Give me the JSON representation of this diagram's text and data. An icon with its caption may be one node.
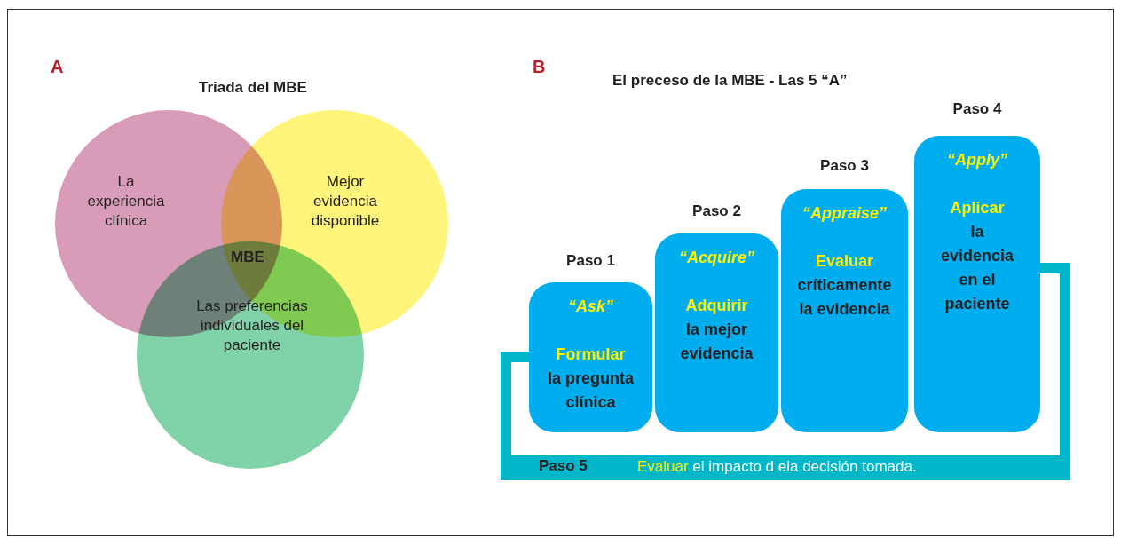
{
  "diagram": {
    "nodes": [
      {
        "text": [
          "La experiencia clínica"
        ]
      },
      {
        "text": [
          "Mejor evidencia disponible"
        ]
      },
      {
        "text": [
          "Las preferencias individuales del paciente"
        ]
      },
      {
        "text": [
          "Paso 1",
          "“Ask”",
          "Formular",
          "la pregunta clínica"
        ]
      },
      {
        "text": [
          "Paso 2",
          "“Acquire”",
          "Adquirir",
          "la mejor evidencia"
        ]
      },
      {
        "text": [
          "Paso 3",
          "“Appraise”",
          "Evaluar",
          "críticamente la evidencia"
        ]
      },
      {
        "text": [
          "Paso 4",
          "“Apply”",
          "Aplicar",
          "la evidencia en el paciente"
        ]
      }
    ],
    "edges": [
      {
        "from": 6,
        "to": 3,
        "arrow": "none"
      }
    ],
    "labels": [
      "A",
      "Triada del MBE",
      "MBE",
      "B",
      "El preceso de la MBE - Las 5 “A”",
      "Paso 5",
      "Evaluar el impacto d ela decisión tomada."
    ]
  }
}
